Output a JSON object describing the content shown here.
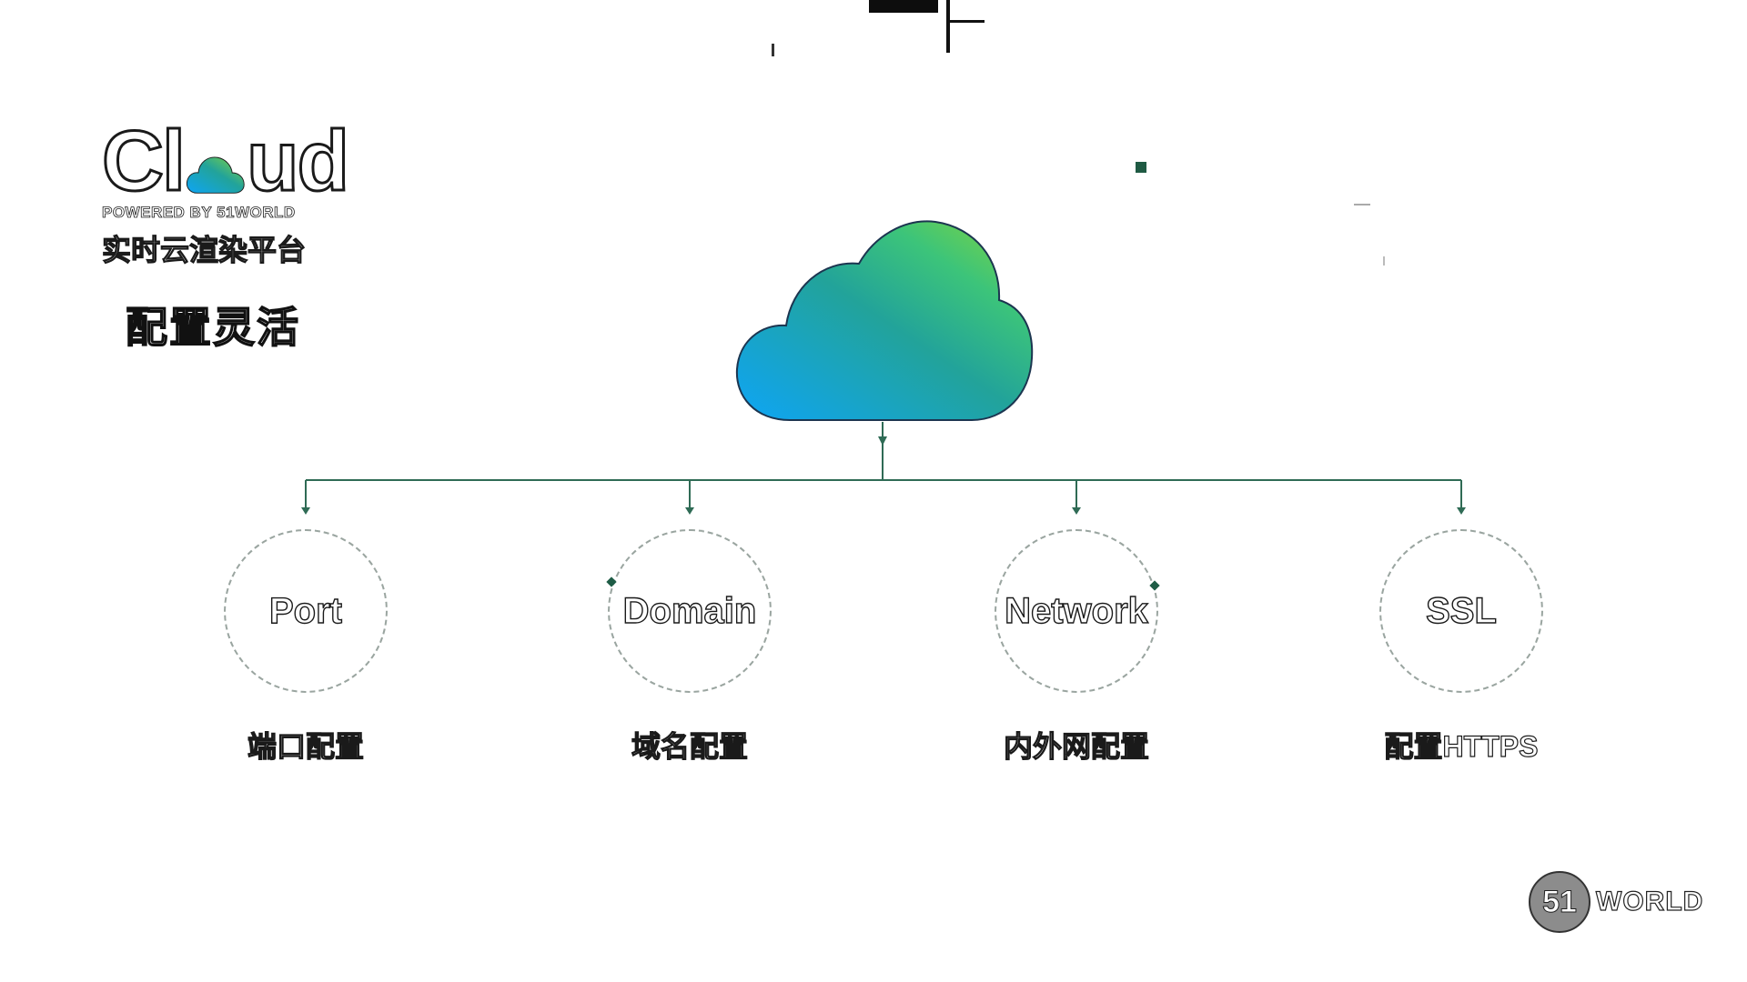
{
  "logo": {
    "word_left": "Cl",
    "word_right": "ud",
    "powered_by": "POWERED BY 51WORLD",
    "subtitle": "实时云渲染平台"
  },
  "page_title": "配置灵活",
  "nodes": [
    {
      "label": "Port",
      "caption": "端口配置"
    },
    {
      "label": "Domain",
      "caption": "域名配置"
    },
    {
      "label": "Network",
      "caption": "内外网配置"
    },
    {
      "label": "SSL",
      "caption": "配置HTTPS"
    }
  ],
  "brand": {
    "badge": "51",
    "word": "WORLD"
  },
  "colors": {
    "cloud_gradient_start": "#0ea5f5",
    "cloud_gradient_mid": "#22a39a",
    "cloud_gradient_end": "#86d63a",
    "connector": "#2f6b55",
    "node_dot": "#1e5c46"
  },
  "icons": {
    "logo_o": "mini-cloud-icon",
    "center": "cloud-icon"
  }
}
